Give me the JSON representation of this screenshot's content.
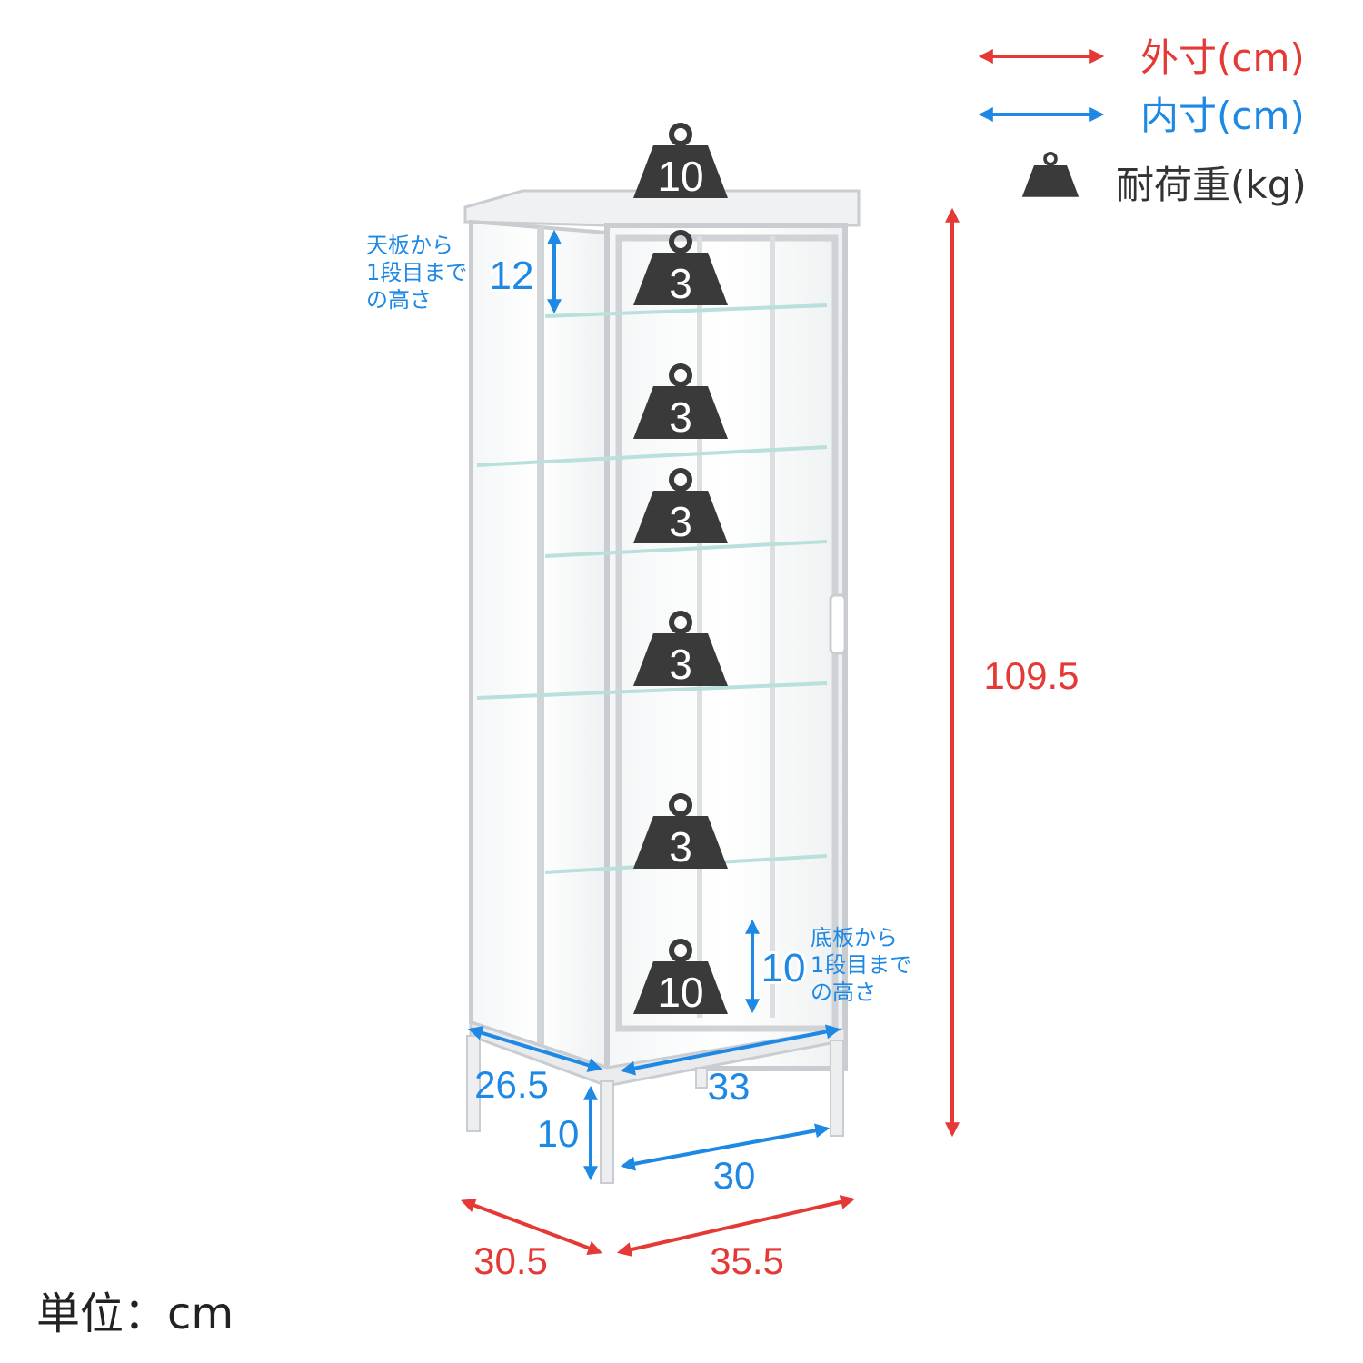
{
  "legend": {
    "outer_label": "外寸(cm)",
    "inner_label": "内寸(cm)",
    "load_label": "耐荷重(kg)"
  },
  "colors": {
    "outer": "#e53935",
    "inner": "#1e88e5",
    "weight": "#3a3a3a",
    "frame": "#c9ccd0"
  },
  "icons": {
    "weight": "weight-icon"
  },
  "weights": {
    "top": "10",
    "shelf_1": "3",
    "shelf_2": "3",
    "shelf_3": "3",
    "shelf_4": "3",
    "shelf_5": "3",
    "bottom": "10"
  },
  "dimensions": {
    "height_outer": "109.5",
    "width_outer": "35.5",
    "depth_outer": "30.5",
    "width_inner_top": "33",
    "depth_inner": "26.5",
    "width_inner_bottom": "30",
    "leg_height": "10",
    "top_gap": "12",
    "bottom_gap": "10"
  },
  "notes": {
    "top_gap_line1": "天板から",
    "top_gap_line2": "1段目まで",
    "top_gap_line3": "の高さ",
    "bottom_gap_line1": "底板から",
    "bottom_gap_line2": "1段目まで",
    "bottom_gap_line3": "の高さ"
  },
  "unit_label": "単位：cm"
}
